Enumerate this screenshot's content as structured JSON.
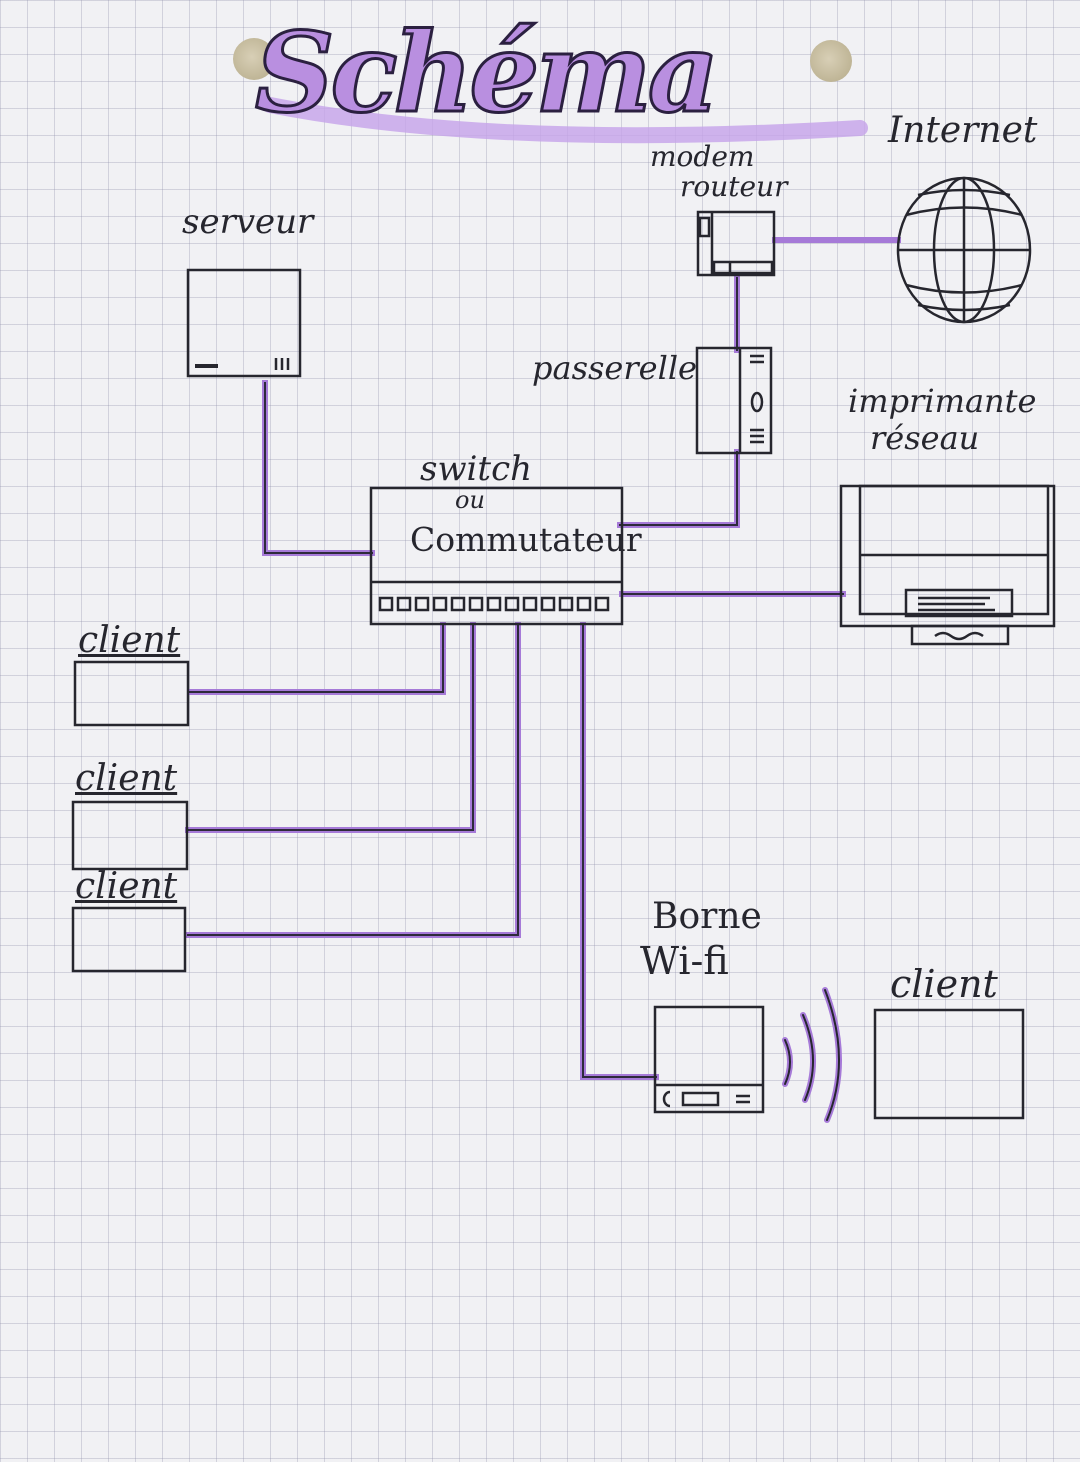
{
  "title": "Schéma",
  "labels": {
    "internet": "Internet",
    "modem": "modem",
    "routeur": "routeur",
    "serveur": "serveur",
    "passerelle": "passerelle",
    "imprimante": "imprimante",
    "reseau": "réseau",
    "switch": "switch",
    "ou": "ou",
    "commutateur": "Commutateur",
    "client_1": "client",
    "client_2": "client",
    "client_3": "client",
    "borne": "Borne",
    "wifi": "Wi-fi",
    "client_wifi": "client"
  },
  "colors": {
    "link": "#a67ad8",
    "ink": "#26262e",
    "title": "#b98fe0",
    "paper": "#f1f1f4"
  },
  "icons": [
    "globe-icon",
    "wifi-signal-icon",
    "hole-punch"
  ]
}
